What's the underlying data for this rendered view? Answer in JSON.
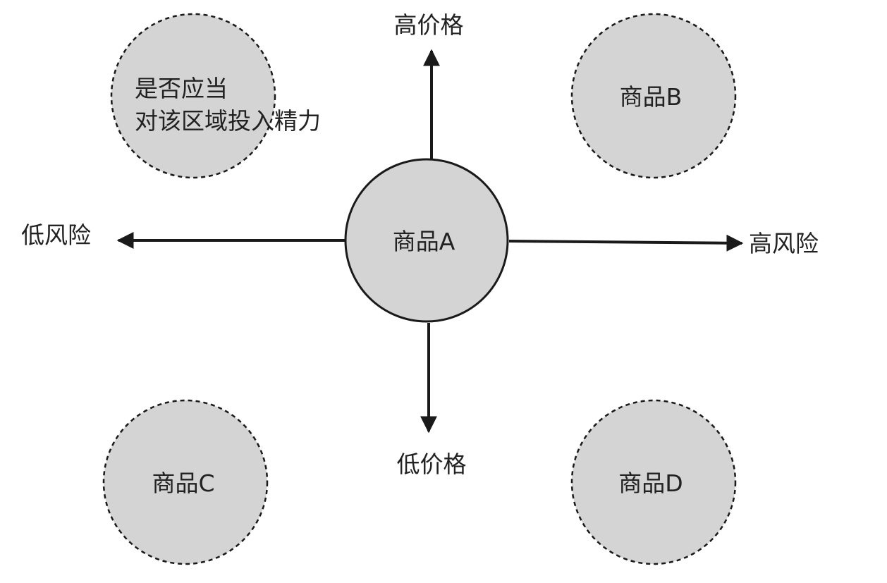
{
  "diagram": {
    "axes": {
      "top": "高价格",
      "bottom": "低价格",
      "left": "低风险",
      "right": "高风险"
    },
    "center": {
      "label": "商品A"
    },
    "quadrants": {
      "top_left": {
        "line1": "是否应当",
        "line2": "对该区域投入精力"
      },
      "top_right": {
        "label": "商品B"
      },
      "bottom_left": {
        "label": "商品C"
      },
      "bottom_right": {
        "label": "商品D"
      }
    },
    "colors": {
      "circle_fill": "#d4d4d4",
      "stroke": "#1a1a1a",
      "text": "#222222"
    }
  }
}
